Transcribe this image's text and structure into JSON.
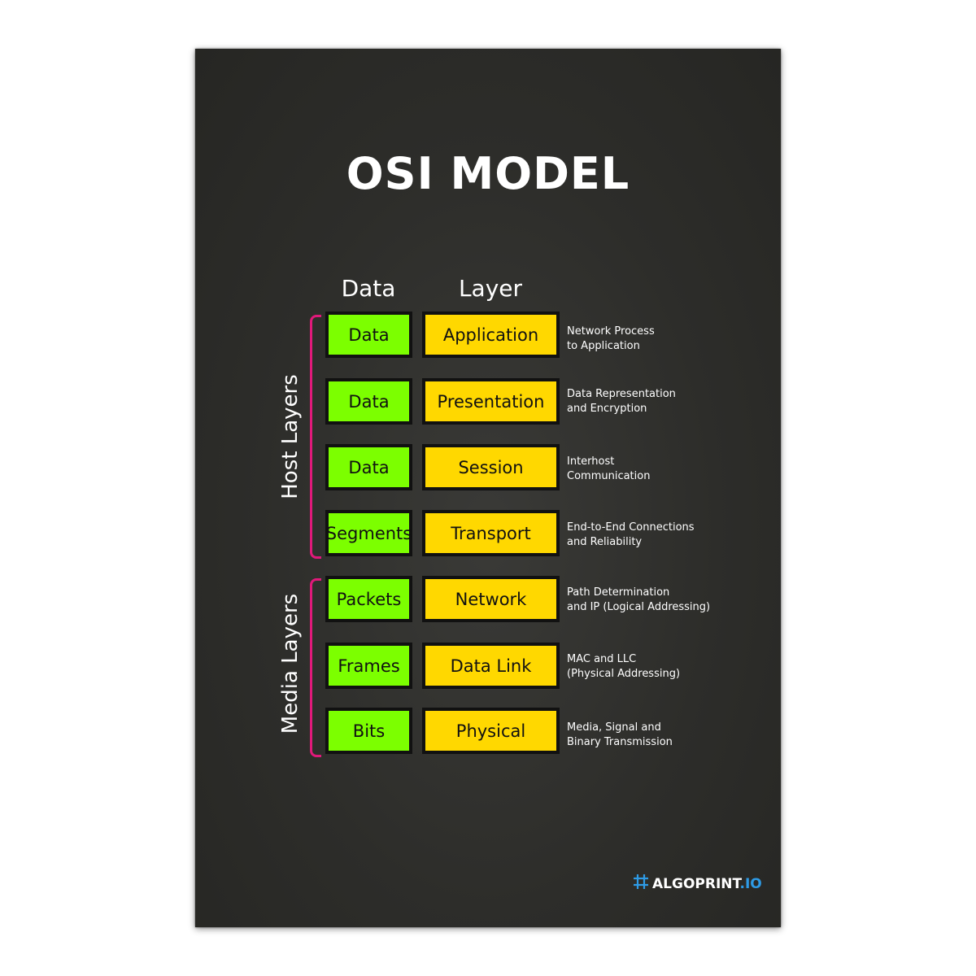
{
  "title": "OSI MODEL",
  "headers": {
    "data": "Data",
    "layer": "Layer"
  },
  "groups": {
    "host": "Host Layers",
    "media": "Media Layers"
  },
  "rows": [
    {
      "pdu": "Data",
      "layer": "Application",
      "desc": "Network Process\nto Application"
    },
    {
      "pdu": "Data",
      "layer": "Presentation",
      "desc": "Data Representation\nand Encryption"
    },
    {
      "pdu": "Data",
      "layer": "Session",
      "desc": "Interhost\nCommunication"
    },
    {
      "pdu": "Segments",
      "layer": "Transport",
      "desc": "End-to-End Connections\nand Reliability"
    },
    {
      "pdu": "Packets",
      "layer": "Network",
      "desc": "Path Determination\nand IP (Logical Addressing)"
    },
    {
      "pdu": "Frames",
      "layer": "Data Link",
      "desc": "MAC and LLC\n(Physical Addressing)"
    },
    {
      "pdu": "Bits",
      "layer": "Physical",
      "desc": "Media, Signal and\nBinary Transmission"
    }
  ],
  "brand": {
    "name": "ALGOPRINT",
    "suffix": ".IO",
    "icon": "hash-grid-icon"
  },
  "colors": {
    "background": "#2d2d2a",
    "pdu_box": "#7cff00",
    "layer_box": "#ffd800",
    "brace": "#e0197a",
    "brand_accent": "#2e9be6"
  }
}
